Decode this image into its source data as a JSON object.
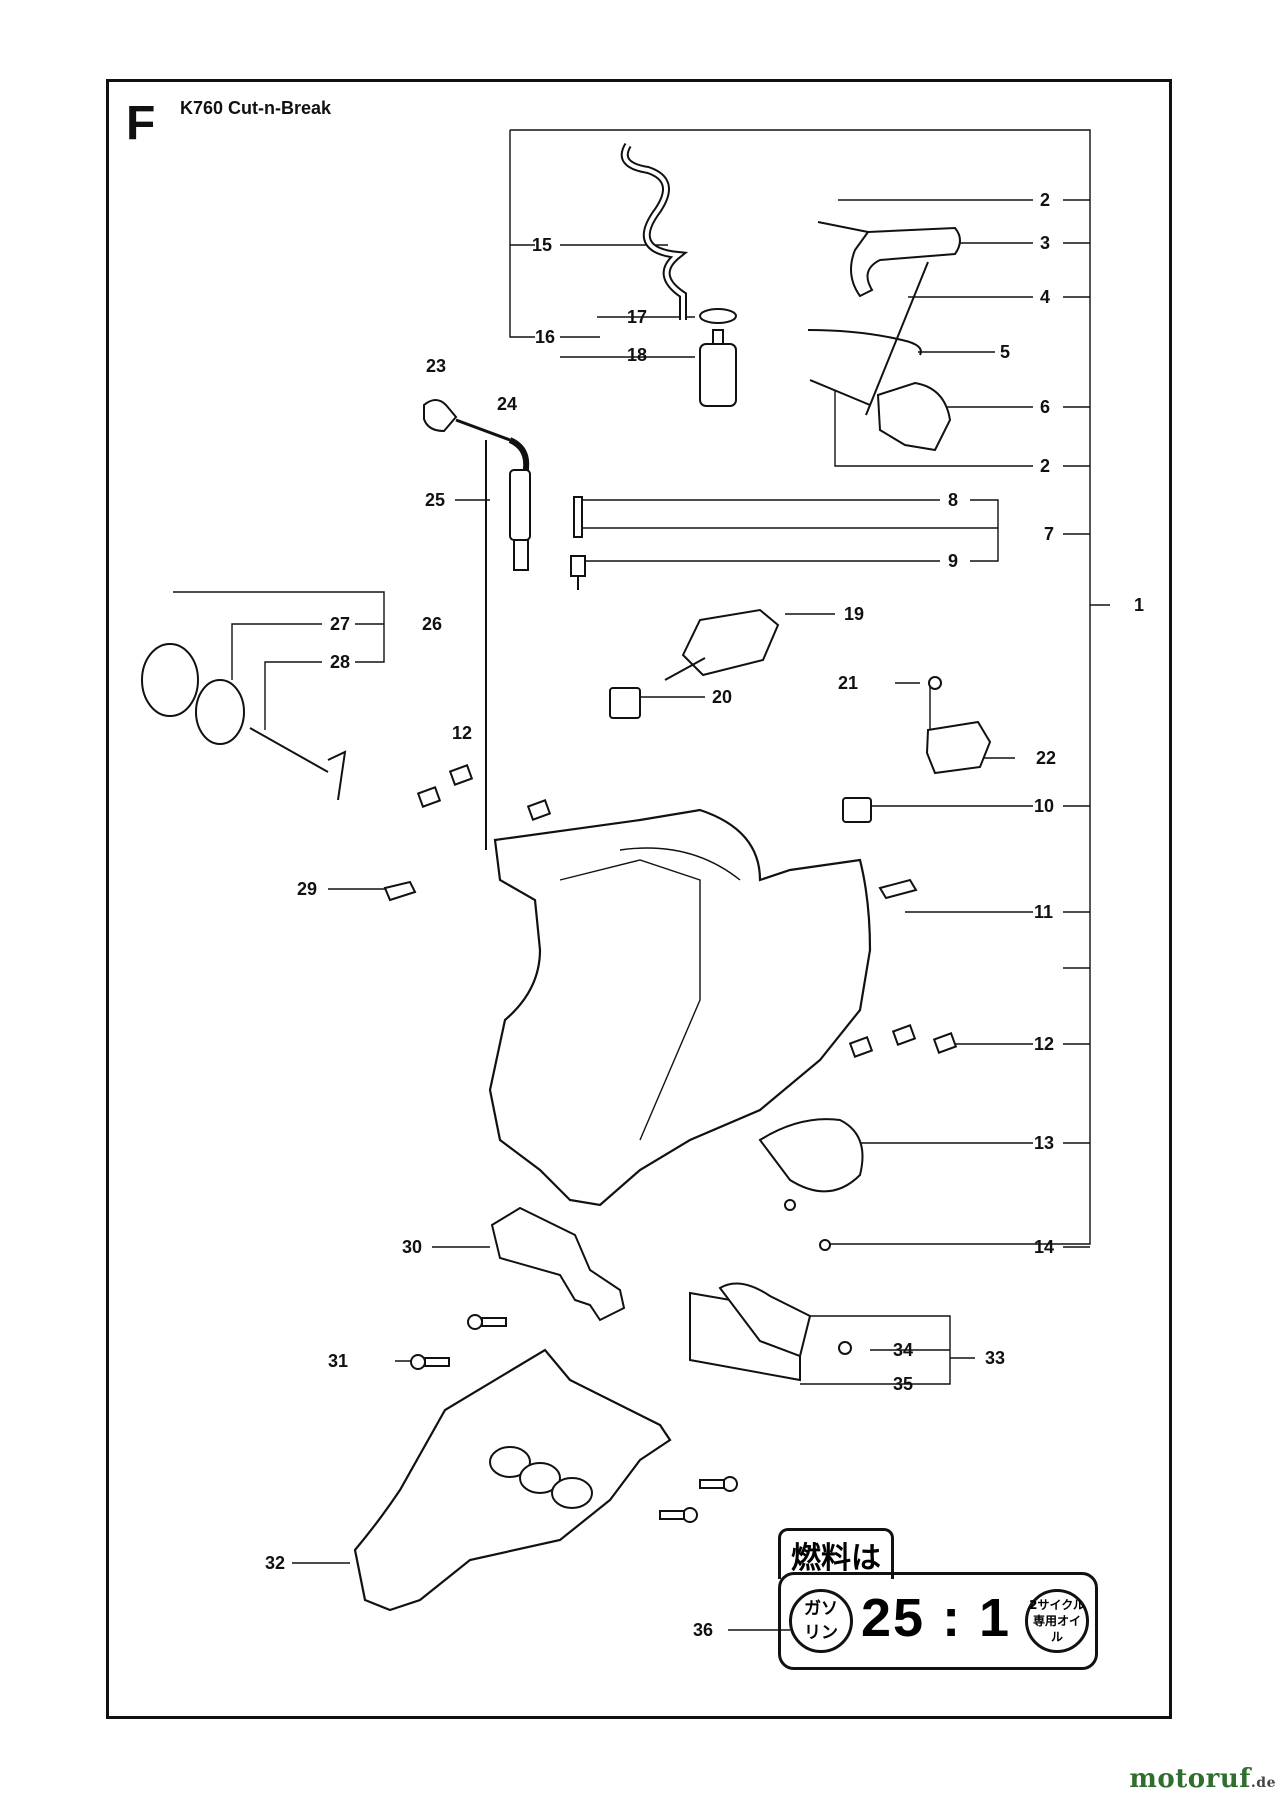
{
  "header": {
    "section": "F",
    "title": "K760 Cut-n-Break"
  },
  "callouts": [
    {
      "id": "c1",
      "text": "1"
    },
    {
      "id": "c2a",
      "text": "2"
    },
    {
      "id": "c2b",
      "text": "2"
    },
    {
      "id": "c3",
      "text": "3"
    },
    {
      "id": "c4",
      "text": "4"
    },
    {
      "id": "c5",
      "text": "5"
    },
    {
      "id": "c6",
      "text": "6"
    },
    {
      "id": "c7",
      "text": "7"
    },
    {
      "id": "c8",
      "text": "8"
    },
    {
      "id": "c9",
      "text": "9"
    },
    {
      "id": "c10",
      "text": "10"
    },
    {
      "id": "c11",
      "text": "11"
    },
    {
      "id": "c12a",
      "text": "12"
    },
    {
      "id": "c12b",
      "text": "12"
    },
    {
      "id": "c13",
      "text": "13"
    },
    {
      "id": "c14",
      "text": "14"
    },
    {
      "id": "c15",
      "text": "15"
    },
    {
      "id": "c16",
      "text": "16"
    },
    {
      "id": "c17",
      "text": "17"
    },
    {
      "id": "c18",
      "text": "18"
    },
    {
      "id": "c19",
      "text": "19"
    },
    {
      "id": "c20",
      "text": "20"
    },
    {
      "id": "c21",
      "text": "21"
    },
    {
      "id": "c22",
      "text": "22"
    },
    {
      "id": "c23",
      "text": "23"
    },
    {
      "id": "c24",
      "text": "24"
    },
    {
      "id": "c25",
      "text": "25"
    },
    {
      "id": "c26",
      "text": "26"
    },
    {
      "id": "c27",
      "text": "27"
    },
    {
      "id": "c28",
      "text": "28"
    },
    {
      "id": "c29",
      "text": "29"
    },
    {
      "id": "c30",
      "text": "30"
    },
    {
      "id": "c31",
      "text": "31"
    },
    {
      "id": "c32",
      "text": "32"
    },
    {
      "id": "c33",
      "text": "33"
    },
    {
      "id": "c34",
      "text": "34"
    },
    {
      "id": "c35",
      "text": "35"
    },
    {
      "id": "c36",
      "text": "36"
    }
  ],
  "fuel_label": {
    "heading": "燃料は",
    "left_badge": "ガソ\nリン",
    "ratio": "25 : 1",
    "right_badge": "2サイクル\n専用オイル"
  },
  "watermark": {
    "brand": "motoruf",
    "tld": ".de"
  }
}
